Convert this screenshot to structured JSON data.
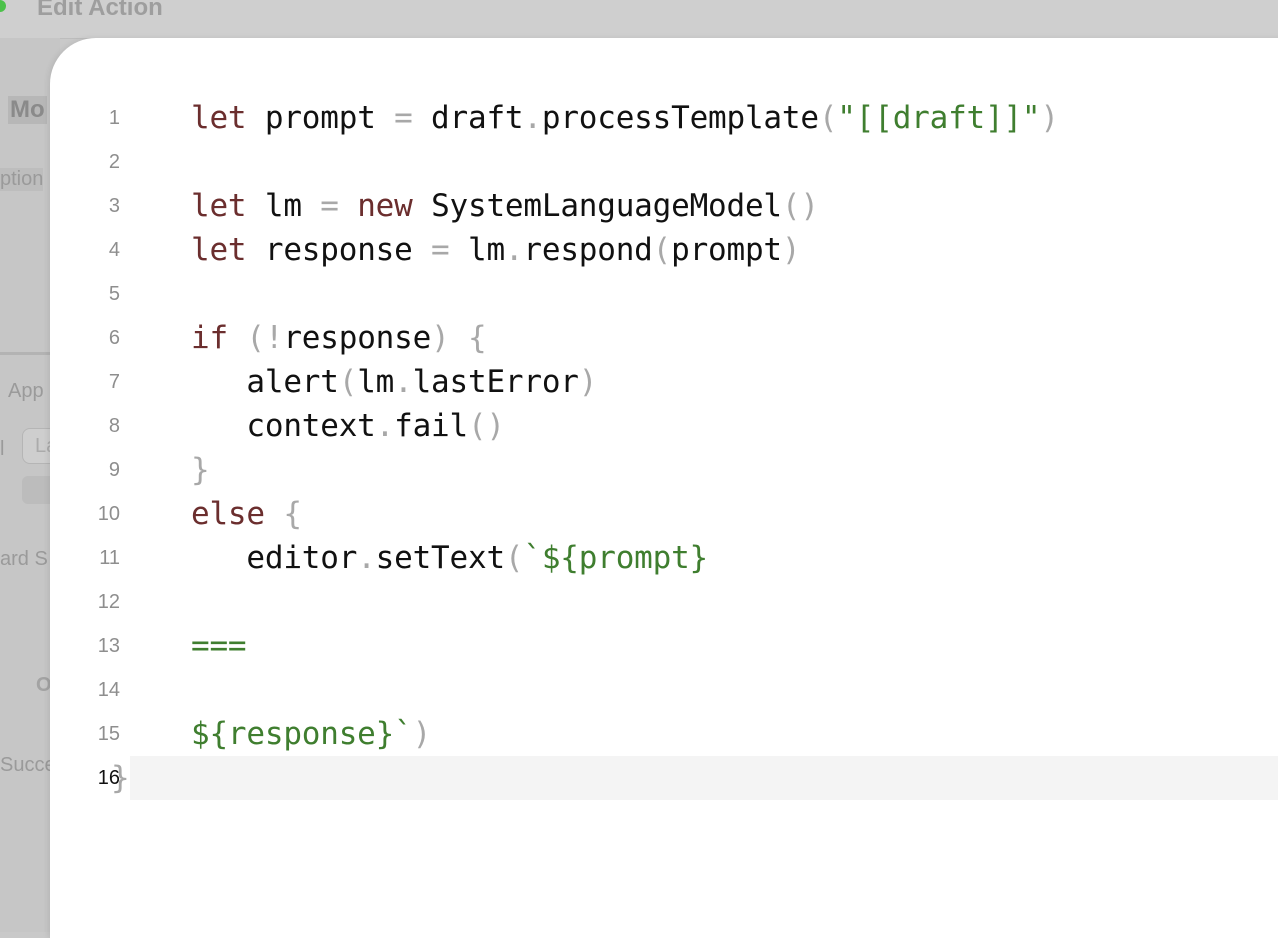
{
  "window": {
    "title": "Edit Action"
  },
  "background_fragments": {
    "mo": "Mo",
    "ption": "ption",
    "app": "App",
    "l": "l",
    "field_text": "La",
    "ards": "ard S",
    "o": "O",
    "succe": "Succe"
  },
  "editor": {
    "current_line": 16,
    "line_numbers": [
      "1",
      "2",
      "3",
      "4",
      "5",
      "6",
      "7",
      "8",
      "9",
      "10",
      "11",
      "12",
      "13",
      "14",
      "15",
      "16"
    ],
    "tokens": {
      "l1": [
        "let",
        " prompt ",
        "=",
        " draft",
        ".",
        "processTemplate",
        "(",
        "\"[[draft]]\"",
        ")"
      ],
      "l3": [
        "let",
        " lm ",
        "=",
        " ",
        "new",
        " SystemLanguageModel",
        "()"
      ],
      "l4": [
        "let",
        " response ",
        "=",
        " lm",
        ".",
        "respond",
        "(",
        "prompt",
        ")"
      ],
      "l6": [
        "if",
        " ",
        "(!",
        "response",
        ")",
        " {"
      ],
      "l7": [
        "   alert",
        "(",
        "lm",
        ".",
        "lastError",
        ")"
      ],
      "l8": [
        "   context",
        ".",
        "fail",
        "()"
      ],
      "l9": [
        "}"
      ],
      "l10": [
        "else",
        " {"
      ],
      "l11": [
        "   editor",
        ".",
        "setText",
        "(",
        "`${prompt}"
      ],
      "l13": [
        "==="
      ],
      "l15": [
        "${response}`",
        ")"
      ],
      "l16": [
        "}"
      ]
    }
  },
  "colors": {
    "keyword": "#6b2e2e",
    "operator": "#a8a8a8",
    "string": "#3f7e2f",
    "identifier": "#111111",
    "current_line_bg": "#f4f4f4"
  }
}
